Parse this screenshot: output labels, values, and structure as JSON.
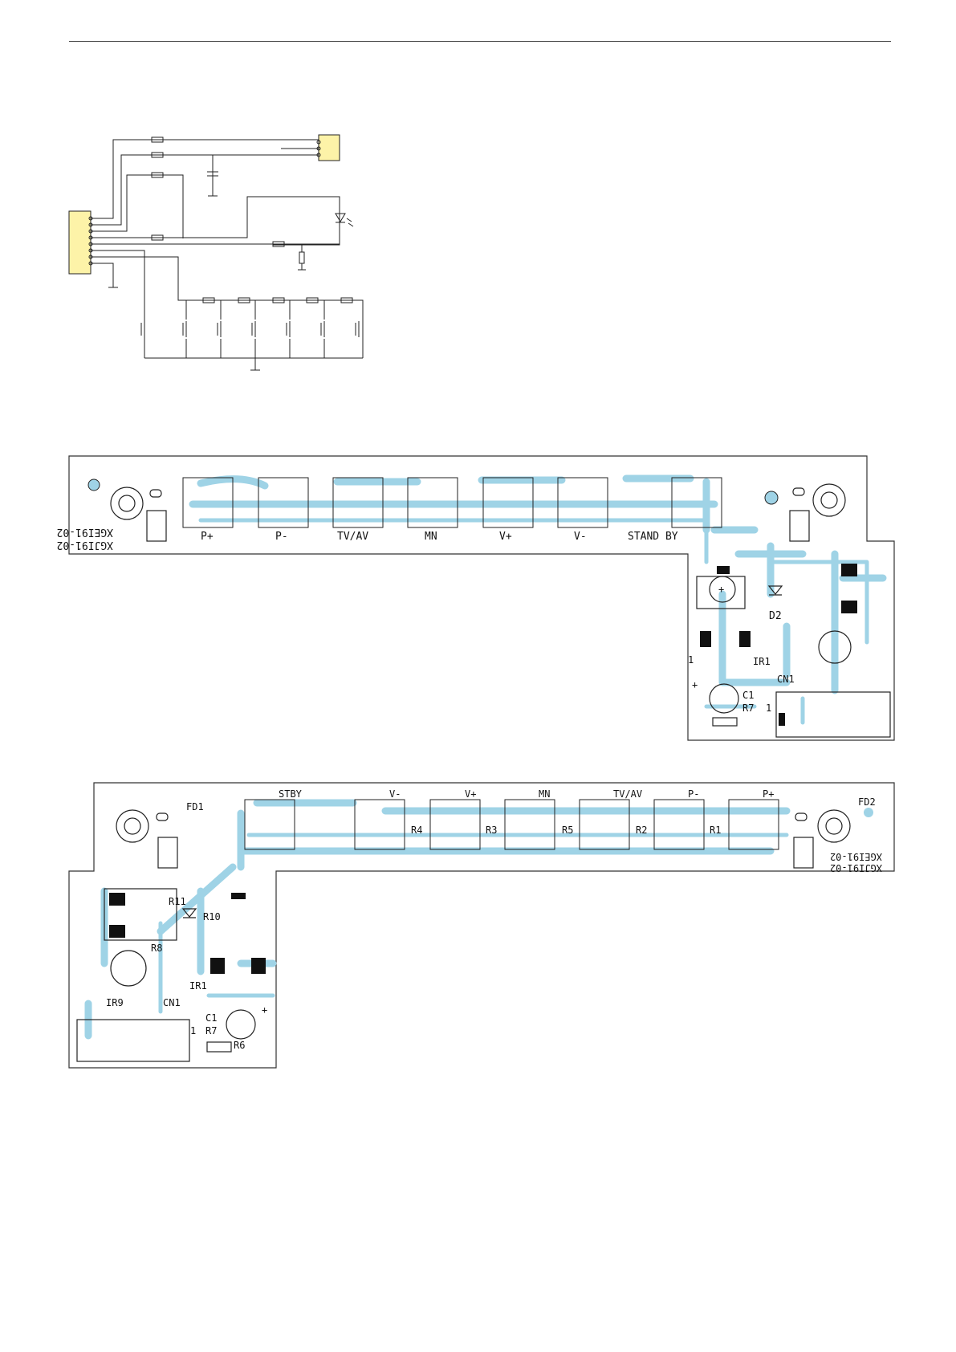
{
  "colors": {
    "trace": "#9fd3e6",
    "connector_fill": "#fdf3a8",
    "ink": "#111111"
  },
  "board1": {
    "part_code_top": "XGEI91-02",
    "part_code_bottom": "XGJI91-02",
    "buttons": [
      "P+",
      "P-",
      "TV/AV",
      "MN",
      "V+",
      "V-",
      "STAND BY"
    ],
    "labels": {
      "d2": "D2",
      "ir1": "IR1",
      "cn1": "CN1",
      "c1": "C1",
      "r7": "R7",
      "pin1_a": "1",
      "pin1_b": "1",
      "plus_a": "+",
      "plus_b": "+"
    }
  },
  "board2": {
    "fd1": "FD1",
    "fd2": "FD2",
    "buttons": [
      "STBY",
      "V-",
      "V+",
      "MN",
      "TV/AV",
      "P-",
      "P+"
    ],
    "resistors": [
      "R4",
      "R3",
      "R5",
      "R2",
      "R1"
    ],
    "part_code_top": "XGEI91-02",
    "part_code_bottom": "XGJI91-02",
    "labels": {
      "r11": "R11",
      "r10": "R10",
      "r8": "R8",
      "ir1": "IR1",
      "ir9": "IR9",
      "cn1": "CN1",
      "c1": "C1",
      "r7": "R7",
      "r6": "R6",
      "pin1": "1",
      "plus": "+"
    }
  }
}
